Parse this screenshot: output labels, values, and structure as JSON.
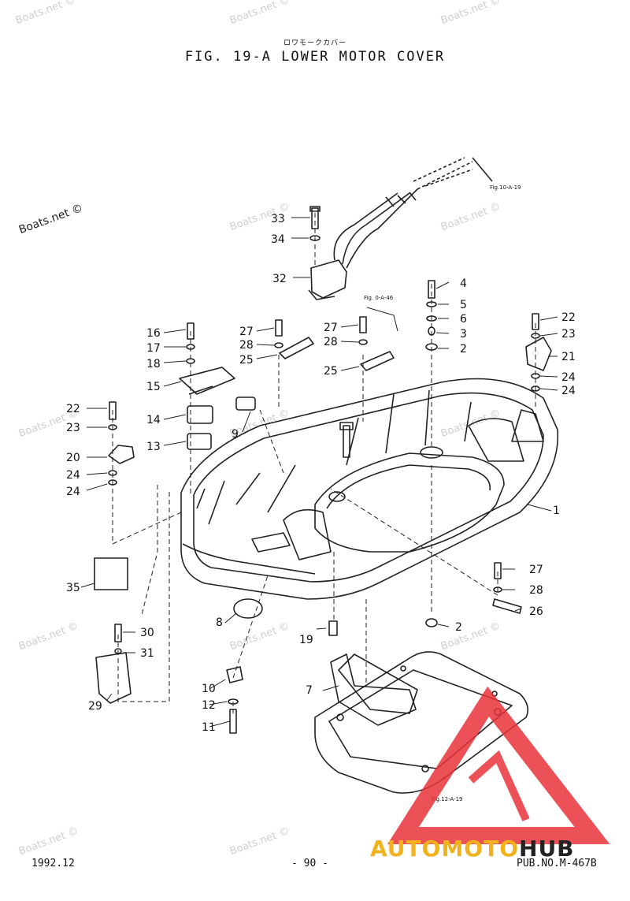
{
  "header": {
    "subtitle_jp": "ロワモークカバー",
    "title": "FIG. 19-A LOWER MOTOR COVER"
  },
  "watermarks": {
    "text": "Boats.net ©"
  },
  "footer": {
    "date": "1992.12",
    "page": "- 90 -",
    "pub": "PUB.NO.M-467B"
  },
  "logo": {
    "part_a": "AUTOMOTO",
    "part_b": "HUB",
    "color_a": "#f2b21c",
    "color_b": "#222222",
    "triangle_color": "#e8333a"
  },
  "refs": {
    "r1": "Fig.10-A-19",
    "r2": "Fig. 0-A-46",
    "r3": "Fig.12-A-19"
  },
  "parts": {
    "p1": "1",
    "p2a": "2",
    "p2b": "2",
    "p3": "3",
    "p4": "4",
    "p5": "5",
    "p6": "6",
    "p7": "7",
    "p8": "8",
    "p9": "9",
    "p10": "10",
    "p11": "11",
    "p12": "12",
    "p13": "13",
    "p14": "14",
    "p15": "15",
    "p16": "16",
    "p17": "17",
    "p18": "18",
    "p19": "19",
    "p20": "20",
    "p21": "21",
    "p22a": "22",
    "p22b": "22",
    "p23a": "23",
    "p23b": "23",
    "p24a": "24",
    "p24b": "24",
    "p24c": "24",
    "p24d": "24",
    "p25a": "25",
    "p25b": "25",
    "p26": "26",
    "p27a": "27",
    "p27b": "27",
    "p27c": "27",
    "p28a": "28",
    "p28b": "28",
    "p28c": "28",
    "p29": "29",
    "p30": "30",
    "p31": "31",
    "p32": "32",
    "p33": "33",
    "p34": "34",
    "p35": "35"
  }
}
